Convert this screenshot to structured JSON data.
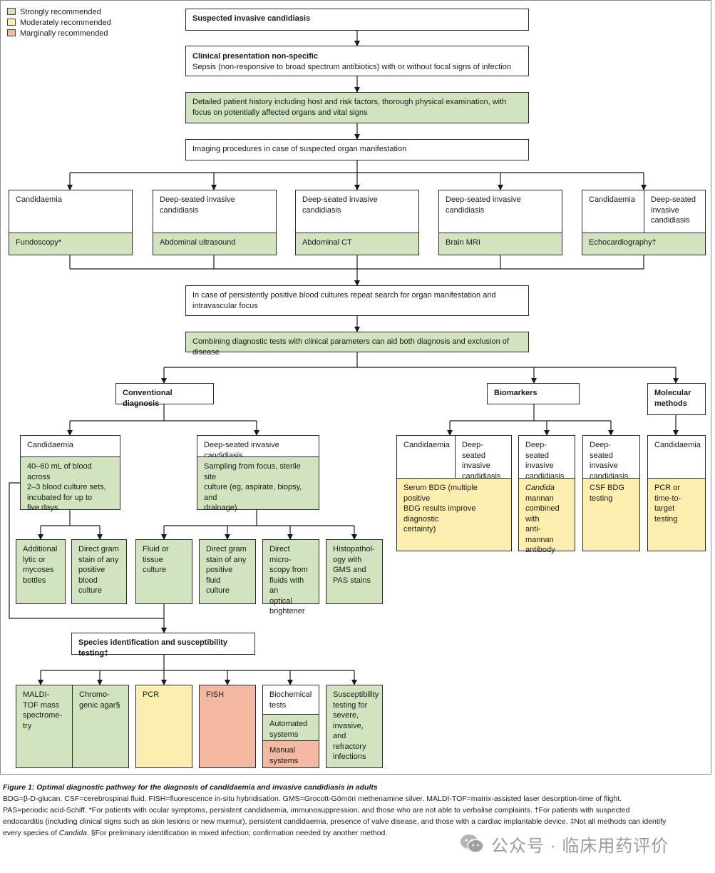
{
  "legend": {
    "strong": {
      "label": "Strongly recommended",
      "color": "#d2e3bf"
    },
    "moderate": {
      "label": "Moderately recommended",
      "color": "#fbeeae"
    },
    "marginal": {
      "label": "Marginally recommended",
      "color": "#f4b9a0"
    }
  },
  "flow": {
    "suspected": "Suspected invasive candidiasis",
    "clinical_title": "Clinical presentation non-specific",
    "clinical_text": "Sepsis (non-responsive to broad spectrum antibiotics) with or without focal signs of infection",
    "history": "Detailed patient history including host and risk factors, thorough physical examination, with focus on potentially affected organs and vital signs",
    "imaging": "Imaging procedures in case of suspected organ manifestation",
    "img_cand1": "Candidaemia",
    "img_fundoscopy": "Fundoscopy*",
    "img_deep1": "Deep-seated invasive candidiasis",
    "img_abd_us": "Abdominal ultrasound",
    "img_deep2": "Deep-seated invasive candidiasis",
    "img_abd_ct": "Abdominal CT",
    "img_deep3": "Deep-seated invasive candidiasis",
    "img_brain_mri": "Brain MRI",
    "img_cand2": "Candidaemia",
    "img_deep4": "Deep-seated\ninvasive\ncandidiasis",
    "img_echo": "Echocardiography†",
    "persist": "In case of persistently positive blood cultures repeat search for organ manifestation and\nintravascular focus",
    "combining": "Combining diagnostic tests with clinical parameters can aid both diagnosis and exclusion of disease",
    "conventional": "Conventional diagnosis",
    "biomarkers": "Biomarkers",
    "molecular": "Molecular\nmethods",
    "conv_cand": "Candidaemia",
    "conv_cand_text": "40–60 mL of blood across\n2–3 blood culture sets,\nincubated for up to\nfive days",
    "conv_deep": "Deep-seated invasive candidiasis",
    "conv_deep_text": "Sampling from focus, sterile site\nculture (eg, aspirate, biopsy, and\ndrainage)",
    "t_additional": "Additional\nlytic or\nmycoses\nbottles",
    "t_gram_blood": "Direct gram\nstain of any\npositive\nblood culture",
    "t_fluid": "Fluid or\ntissue culture",
    "t_gram_fluid": "Direct gram\nstain of any\npositive fluid\nculture",
    "t_microscopy": "Direct micro-\nscopy from\nfluids with an\noptical\nbrightener",
    "t_histo": "Histopathol-\nogy with\nGMS and\nPAS stains",
    "bio_cand": "Candidaemia",
    "bio_deep1": "Deep-seated\ninvasive\ncandidiasis",
    "bio_deep2": "Deep-seated\ninvasive\ncandidiasis",
    "bio_deep3": "Deep-seated\ninvasive\ncandidiasis",
    "bio_serum": "Serum BDG (multiple positive\nBDG results improve diagnostic\ncertainty)",
    "bio_mannan_italic": "Candida",
    "bio_mannan": "mannan\ncombined\nwith\nanti-mannan\nantibody",
    "bio_csf": "CSF BDG\ntesting",
    "mol_cand": "Candidaemia",
    "mol_pcr": "PCR or\ntime-to-\ntarget\ntesting",
    "species": "Species identification and susceptibility testing‡",
    "s_maldi": "MALDI-\nTOF mass\nspectrome-\ntry",
    "s_chromo": "Chromo-\ngenic agar§",
    "s_pcr": "PCR",
    "s_fish": "FISH",
    "s_biochem": "Biochemical\ntests",
    "s_automated": "Automated\nsystems",
    "s_manual": "Manual\nsystems",
    "s_suscept": "Susceptibility\ntesting for\nsevere,\ninvasive, and\nrefractory\ninfections"
  },
  "caption": {
    "title": "Figure 1: Optimal diagnostic pathway for the diagnosis of candidaemia and invasive candidiasis in adults",
    "line1": "BDG=β-D-glucan. CSF=cerebrospinal fluid. FISH=fluorescence in-situ hybridisation. GMS=Grocott-Gömöri methenamine silver. MALDI-TOF=matrix-assisted laser desorption-time of flight.",
    "line2": "PAS=periodic acid-Schiff. *For patients with ocular symptoms, persistent candidaemia, immunosuppression, and those who are not able to verbalise complaints. †For patients with suspected",
    "line3": "endocarditis (including clinical signs such as skin lesions or new murmur), persistent candidaemia, presence of valve disease, and those with a cardiac implantable device. ‡Not all methods can identify",
    "line4_a": "every species of ",
    "line4_italic": "Candida",
    "line4_b": ". §For preliminary identification in mixed infection; confirmation needed by another method."
  },
  "watermark": {
    "icon": "wechat-icon",
    "text": "公众号 · 临床用药评价"
  }
}
